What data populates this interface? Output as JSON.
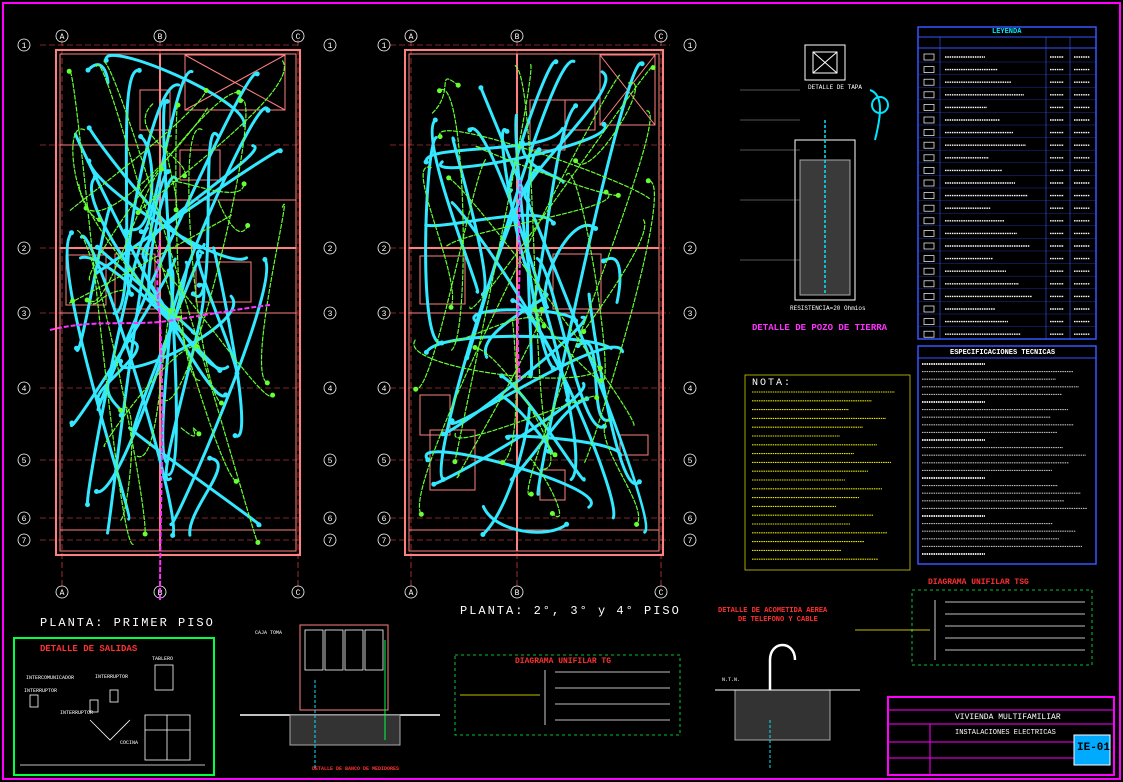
{
  "sheet": {
    "colors": {
      "background": "#000000",
      "frame": "#ff00ff",
      "walls": "#ff8080",
      "circuit_cyan": "#33e8ff",
      "circuit_green": "#66ff33",
      "feeder": "#ff33ff",
      "text_yellow": "#ffff00",
      "table_blue": "#3355ff"
    }
  },
  "plans": {
    "first_floor_title": "PLANTA:   PRIMER   PISO",
    "upper_floors_title": "PLANTA:   2°, 3° y 4°  PISO",
    "axis_numbers": [
      "1",
      "2",
      "3",
      "4",
      "5",
      "6",
      "7"
    ],
    "axis_letters": [
      "A",
      "B",
      "C"
    ]
  },
  "legend": {
    "title": "LEYENDA",
    "rows": 23
  },
  "specs": {
    "title": "ESPECIFICACIONES TECNICAS"
  },
  "note": {
    "title": "NOTA:",
    "resistance_label": "RESISTENCIA=20 Ohmios"
  },
  "ground_well": {
    "title": "DETALLE DE POZO DE TIERRA",
    "cover_detail": "DETALLE DE TAPA"
  },
  "outlets_detail": {
    "title": "DETALLE DE SALIDAS",
    "labels": [
      "INTERCOMUNICADOR",
      "INTERRUPTOR",
      "INTERRUPTOR",
      "TABLERO",
      "INTERRUPTOR",
      "COCINA"
    ]
  },
  "meters": {
    "title": "CAJA TOMA",
    "footer": "DETALLE DE BANCO DE MEDIDORES"
  },
  "diagrams": {
    "tg": "DIAGRAMA UNIFILAR TG",
    "tsg": "DIAGRAMA UNIFILAR TSG",
    "aerial": "DETALLE DE ACOMETIDA AEREA",
    "aerial_sub": "DE TELEFONO Y CABLE",
    "nte": "N.T.N."
  },
  "title_block": {
    "project": "VIVIENDA   MULTIFAMILIAR",
    "subject": "INSTALACIONES   ELECTRICAS",
    "sheet_code": "IE-01"
  }
}
